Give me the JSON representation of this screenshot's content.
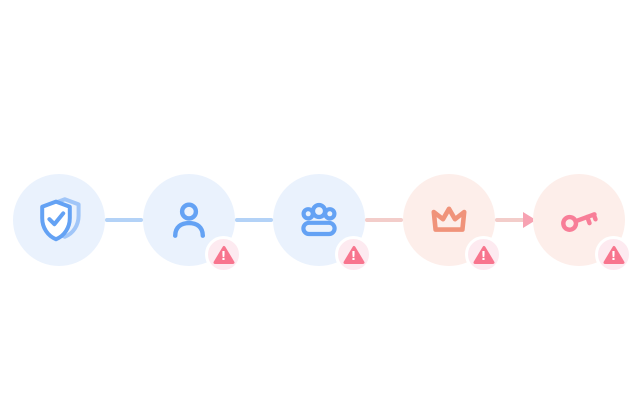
{
  "page": {
    "background": "#ffffff"
  },
  "diagram": {
    "type": "flow",
    "direction": "left-to-right",
    "nodes": [
      {
        "id": "shield",
        "icon": "shield-check-icon",
        "theme": "blue",
        "warning": false
      },
      {
        "id": "user",
        "icon": "user-icon",
        "theme": "blue",
        "warning": true
      },
      {
        "id": "user-group",
        "icon": "user-group-icon",
        "theme": "blue",
        "warning": true
      },
      {
        "id": "crown",
        "icon": "crown-icon",
        "theme": "warm",
        "warning": true
      },
      {
        "id": "key",
        "icon": "key-icon",
        "theme": "warm",
        "warning": true
      }
    ],
    "connectors": [
      {
        "from": "shield",
        "to": "user",
        "style": "blue",
        "arrowhead": false
      },
      {
        "from": "user",
        "to": "user-group",
        "style": "blue",
        "arrowhead": false
      },
      {
        "from": "user-group",
        "to": "crown",
        "style": "pink",
        "arrowhead": false
      },
      {
        "from": "crown",
        "to": "key",
        "style": "pink",
        "arrowhead": true
      }
    ],
    "warning_badge": {
      "symbol": "!",
      "shape": "triangle"
    },
    "colors": {
      "node-blue-bg": "#eaf2fd",
      "icon-blue": "#64a2f4",
      "connector-blue": "#b3d2f7",
      "node-warm-bg": "#fdeeea",
      "crown-orange": "#f0937a",
      "key-pink": "#f87e98",
      "connector-pink": "#f3cdca",
      "arrow-pink": "#f7a2b2",
      "warning-pink": "#f8758e",
      "badge-bg": "#fdeaf0",
      "badge-ring": "#ffffff"
    }
  }
}
